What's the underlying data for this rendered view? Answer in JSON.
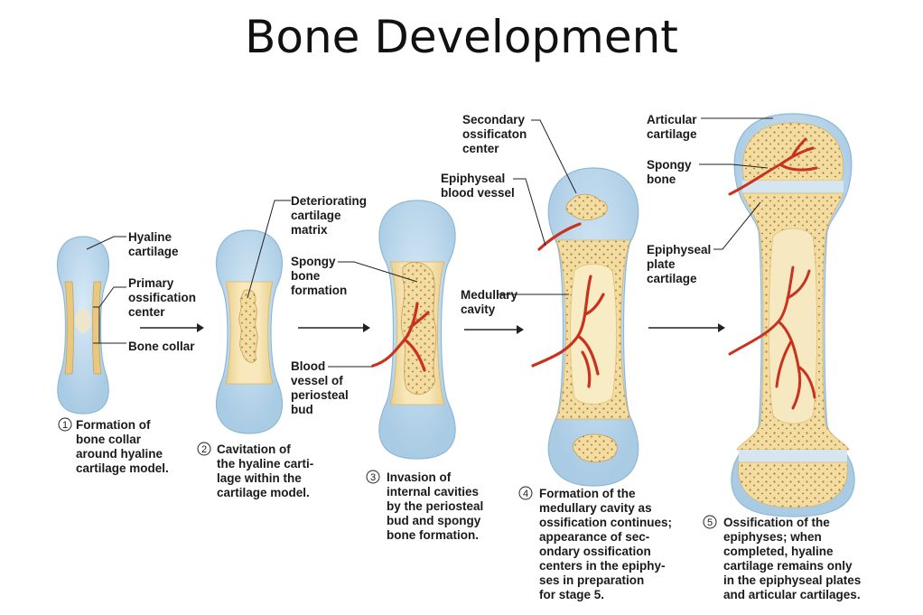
{
  "title": "Bone Development",
  "stages": [
    {
      "number": "1",
      "caption": [
        "Formation of",
        "bone collar",
        "around hyaline",
        "cartilage model."
      ],
      "labels": [
        {
          "lines": [
            "Hyaline",
            "cartilage"
          ]
        },
        {
          "lines": [
            "Primary",
            "ossification",
            "center"
          ]
        },
        {
          "lines": [
            "Bone collar"
          ]
        }
      ]
    },
    {
      "number": "2",
      "caption": [
        "Cavitation of",
        "the hyaline carti-",
        "lage within the",
        "cartilage model."
      ],
      "labels": [
        {
          "lines": [
            "Deteriorating",
            "cartilage",
            "matrix"
          ]
        }
      ]
    },
    {
      "number": "3",
      "caption": [
        "Invasion of",
        "internal cavities",
        "by the periosteal",
        "bud and spongy",
        "bone formation."
      ],
      "labels": [
        {
          "lines": [
            "Spongy",
            "bone",
            "formation"
          ]
        },
        {
          "lines": [
            "Blood",
            "vessel of",
            "periosteal",
            "bud"
          ]
        }
      ]
    },
    {
      "number": "4",
      "caption": [
        "Formation of the",
        "medullary cavity as",
        "ossification continues;",
        "appearance of sec-",
        "ondary ossification",
        "centers in the epiphy-",
        "ses in preparation",
        "for stage 5."
      ],
      "labels": [
        {
          "lines": [
            "Secondary",
            "ossificaton",
            "center"
          ]
        },
        {
          "lines": [
            "Epiphyseal",
            "blood vessel"
          ]
        },
        {
          "lines": [
            "Medullary",
            "cavity"
          ]
        }
      ]
    },
    {
      "number": "5",
      "caption": [
        "Ossification of the",
        "epiphyses; when",
        "completed, hyaline",
        "cartilage remains only",
        "in the epiphyseal plates",
        "and articular cartilages."
      ],
      "labels": [
        {
          "lines": [
            "Articular",
            "cartilage"
          ]
        },
        {
          "lines": [
            "Spongy",
            "bone"
          ]
        },
        {
          "lines": [
            "Epiphyseal",
            "plate",
            "cartilage"
          ]
        }
      ]
    }
  ],
  "colors": {
    "cartilage": "#c6dff0",
    "cartilage_edge": "#8fb8d6",
    "bone": "#f6e3ad",
    "bone_edge": "#d9b56a",
    "spongy": "#e8c98a",
    "vessel": "#c9321f"
  }
}
